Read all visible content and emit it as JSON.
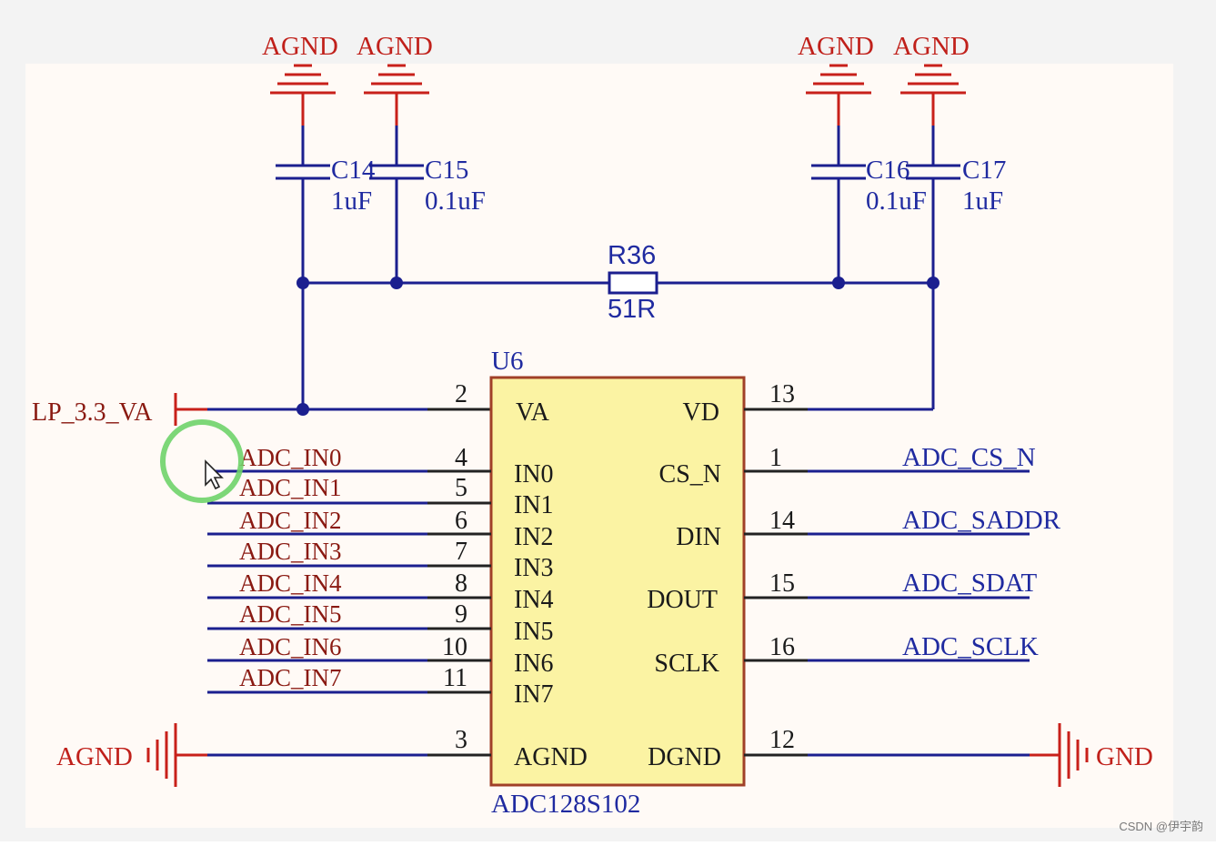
{
  "power_labels": {
    "agnd_1": "AGND",
    "agnd_2": "AGND",
    "agnd_3": "AGND",
    "agnd_4": "AGND",
    "agnd_bottom": "AGND",
    "gnd_bottom": "GND",
    "supply": "LP_3.3_VA"
  },
  "capacitors": [
    {
      "ref": "C14",
      "value": "1uF"
    },
    {
      "ref": "C15",
      "value": "0.1uF"
    },
    {
      "ref": "C16",
      "value": "0.1uF"
    },
    {
      "ref": "C17",
      "value": "1uF"
    }
  ],
  "resistor": {
    "ref": "R36",
    "value": "51R"
  },
  "ic": {
    "ref": "U6",
    "part": "ADC128S102",
    "pins": {
      "va": {
        "name": "VA",
        "num": "2"
      },
      "in0": {
        "name": "IN0",
        "num": "4"
      },
      "in1": {
        "name": "IN1",
        "num": "5"
      },
      "in2": {
        "name": "IN2",
        "num": "6"
      },
      "in3": {
        "name": "IN3",
        "num": "7"
      },
      "in4": {
        "name": "IN4",
        "num": "8"
      },
      "in5": {
        "name": "IN5",
        "num": "9"
      },
      "in6": {
        "name": "IN6",
        "num": "10"
      },
      "in7": {
        "name": "IN7",
        "num": "11"
      },
      "agnd": {
        "name": "AGND",
        "num": "3"
      },
      "vd": {
        "name": "VD",
        "num": "13"
      },
      "cs_n": {
        "name": "CS_N",
        "num": "1"
      },
      "din": {
        "name": "DIN",
        "num": "14"
      },
      "dout": {
        "name": "DOUT",
        "num": "15"
      },
      "sclk": {
        "name": "SCLK",
        "num": "16"
      },
      "dgnd": {
        "name": "DGND",
        "num": "12"
      }
    }
  },
  "nets_left": [
    "ADC_IN0",
    "ADC_IN1",
    "ADC_IN2",
    "ADC_IN3",
    "ADC_IN4",
    "ADC_IN5",
    "ADC_IN6",
    "ADC_IN7"
  ],
  "nets_right": [
    "ADC_CS_N",
    "ADC_SADDR",
    "ADC_SDAT",
    "ADC_SCLK"
  ],
  "watermark": "CSDN @伊宇韵",
  "colors": {
    "wire": "#1b1f8f",
    "power": "#c8201a",
    "ic_fill": "#fbf3a3",
    "ic_border": "#a04028",
    "net_label": "#8a1a12"
  }
}
